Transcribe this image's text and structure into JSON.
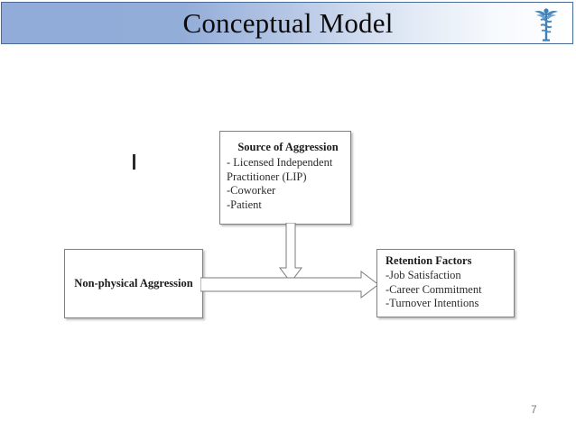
{
  "slide": {
    "title": "Conceptual Model",
    "page_number": "7",
    "background_color": "#ffffff",
    "title_bar": {
      "gradient_start_color": "#92acd9",
      "gradient_end_color": "#ffffff",
      "border_color": "#4a6a96",
      "title_color": "#0b0b0b"
    },
    "logo": {
      "name": "caduceus-icon",
      "color": "#3e7fb5"
    }
  },
  "diagram": {
    "type": "conceptual-model-flow",
    "box_border_color": "#808080",
    "box_fill_color": "#ffffff",
    "arrow_stroke_color": "#7b7b7b",
    "boxes": [
      {
        "id": "source-of-aggression",
        "title": "Source of Aggression",
        "items": [
          "- Licensed Independent",
          "Practitioner (LIP)",
          "-Coworker",
          "-Patient"
        ]
      },
      {
        "id": "non-physical-aggression",
        "title": "Non-physical Aggression",
        "items": []
      },
      {
        "id": "retention-factors",
        "title": "Retention Factors",
        "items": [
          "-Job Satisfaction",
          "-Career Commitment",
          "-Turnover Intentions"
        ]
      }
    ],
    "arrows": [
      {
        "id": "arrow-down",
        "direction": "down",
        "from": "source-of-aggression",
        "to": "non-physical-aggression-to-retention-link"
      },
      {
        "id": "arrow-right",
        "direction": "right",
        "from": "non-physical-aggression",
        "to": "retention-factors"
      }
    ],
    "stray_mark": {
      "id": "text-cursor-mark",
      "label": "|"
    }
  }
}
